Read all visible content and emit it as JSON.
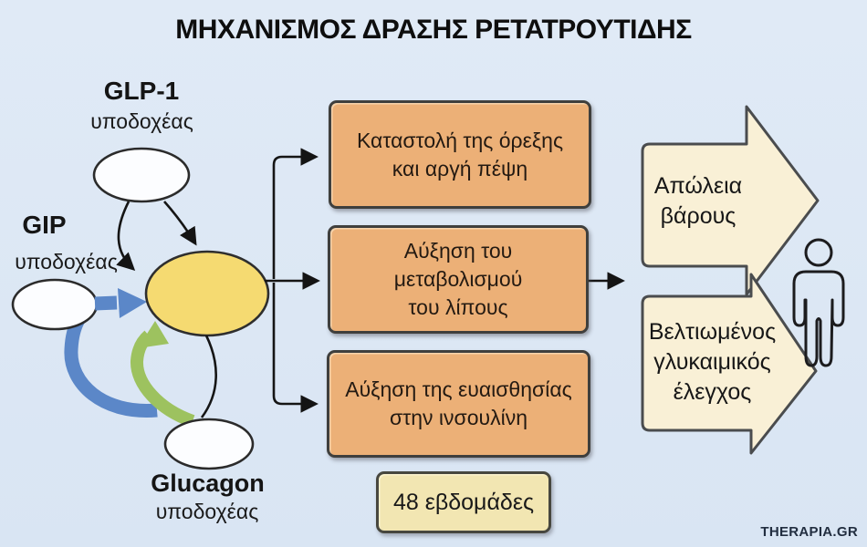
{
  "title": "ΜΗΧΑΝΙΣΜΟΣ ΔΡΑΣΗΣ ΡΕΤΑΤΡΟΥΤΙΔΗΣ",
  "receptors": {
    "glp1": {
      "name": "GLP-1",
      "sub": "υποδοχέας"
    },
    "gip": {
      "name": "GIP",
      "sub": "υποδοχέας"
    },
    "glucagon": {
      "name": "Glucagon",
      "sub": "υποδοχέας"
    }
  },
  "effects": [
    {
      "lines": [
        "Καταστολή της όρεξης",
        "και αργή πέψη"
      ]
    },
    {
      "lines": [
        "Αύξηση του",
        "μεταβολισμού",
        "του λίπους"
      ]
    },
    {
      "lines": [
        "Αύξηση της ευαισθησίας",
        "στην ινσουλίνη"
      ]
    }
  ],
  "outcomes": [
    {
      "lines": [
        "Απώλεια",
        "βάρους"
      ]
    },
    {
      "lines": [
        "Βελτιωμένος",
        "γλυκαιμικός",
        "έλεγχος"
      ]
    }
  ],
  "duration_label": "48 εβδομάδες",
  "watermark": "THERAPIA.GR",
  "icons": [
    "person-icon",
    "block-arrow-right-icon",
    "curved-arrow-blue-icon",
    "curved-arrow-green-icon"
  ],
  "colors": {
    "background": "#dbe6f3",
    "effect_box_fill": "#ecb077",
    "duration_box_fill": "#f2e6b2",
    "outcome_arrow_fill": "#f9f0d6",
    "hub_ellipse_fill": "#f5da71",
    "receptor_ellipse_fill": "#fcfdff",
    "gip_arrow_blue": "#5b87c8",
    "glucagon_arrow_green": "#9dc25f",
    "line_black": "#151515"
  }
}
